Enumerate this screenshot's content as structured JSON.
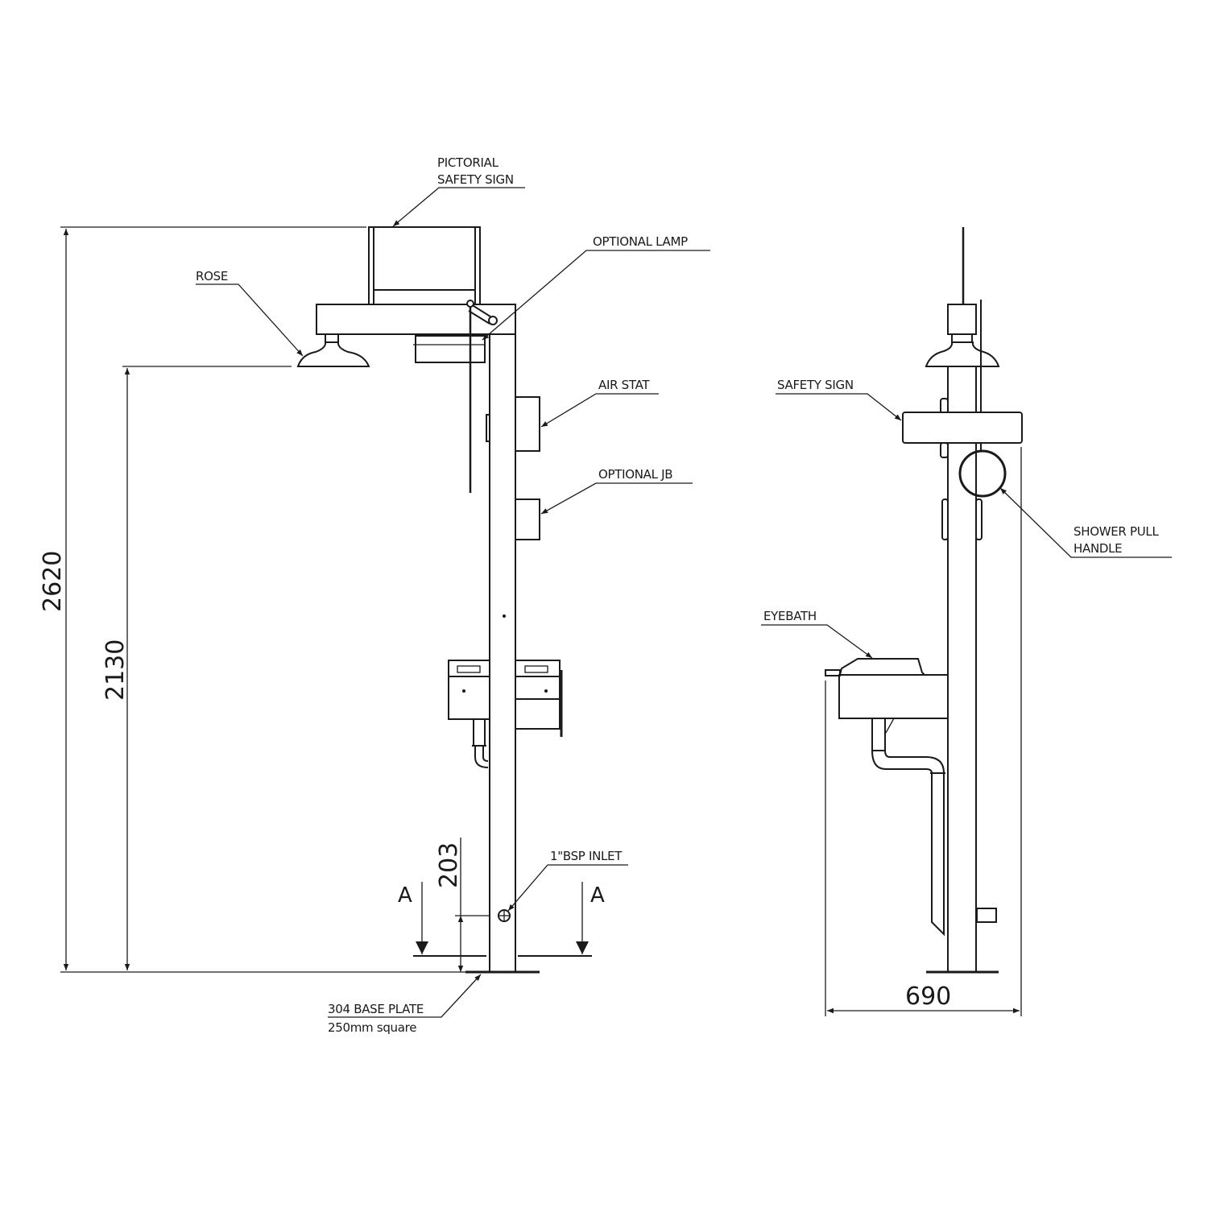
{
  "callouts": {
    "pictorial_sign": [
      "PICTORIAL",
      "SAFETY SIGN"
    ],
    "optional_lamp": "OPTIONAL LAMP",
    "rose": "ROSE",
    "air_stat": "AIR STAT",
    "optional_jb": "OPTIONAL JB",
    "bsp_inlet": "1\"BSP INLET",
    "base_plate": [
      "304 BASE PLATE",
      "250mm square"
    ],
    "safety_sign": "SAFETY SIGN",
    "shower_pull_handle": [
      "SHOWER PULL",
      "HANDLE"
    ],
    "eyebath": "EYEBATH"
  },
  "dimensions": {
    "overall_height": "2620",
    "rose_height": "2130",
    "inlet_height": "203",
    "depth": "690"
  },
  "section_marker": {
    "left": "A",
    "right": "A"
  }
}
